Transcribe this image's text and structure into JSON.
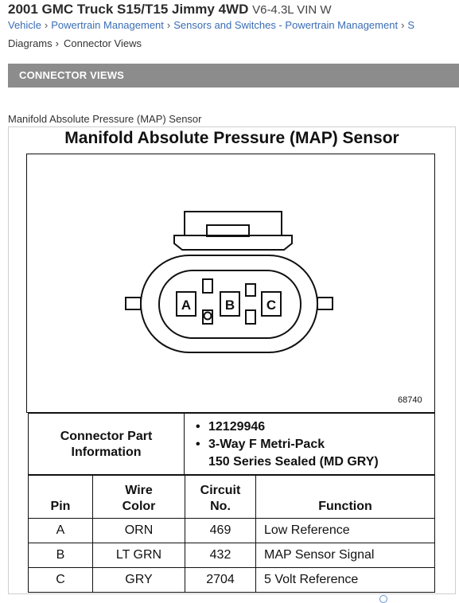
{
  "header": {
    "title": "2001 GMC Truck S15/T15 Jimmy 4WD",
    "subtitle": "V6-4.3L VIN W"
  },
  "breadcrumb": {
    "items": [
      "Vehicle",
      "Powertrain Management",
      "Sensors and Switches - Powertrain Management",
      "S"
    ],
    "line2": [
      "Diagrams",
      "Connector Views"
    ],
    "separator": "›"
  },
  "section": {
    "banner": "CONNECTOR VIEWS",
    "caption": "Manifold Absolute Pressure (MAP) Sensor"
  },
  "diagram": {
    "title": "Manifold Absolute Pressure (MAP) Sensor",
    "ref_number": "68740",
    "pin_labels": [
      "A",
      "B",
      "C"
    ],
    "connector_info_label_1": "Connector Part",
    "connector_info_label_2": "Information",
    "part_numbers": [
      "12129946",
      "3-Way F Metri-Pack",
      "150 Series Sealed (MD GRY)"
    ],
    "bullet": "•"
  },
  "pin_table": {
    "headers": {
      "pin": "Pin",
      "wire_1": "Wire",
      "wire_2": "Color",
      "circuit_1": "Circuit",
      "circuit_2": "No.",
      "function": "Function"
    },
    "rows": [
      {
        "pin": "A",
        "wire": "ORN",
        "circuit": "469",
        "function": "Low Reference"
      },
      {
        "pin": "B",
        "wire": "LT GRN",
        "circuit": "432",
        "function": "MAP Sensor Signal"
      },
      {
        "pin": "C",
        "wire": "GRY",
        "circuit": "2704",
        "function": "5 Volt Reference"
      }
    ]
  },
  "icons": {
    "crumb_separator": "chevron-right-icon"
  }
}
